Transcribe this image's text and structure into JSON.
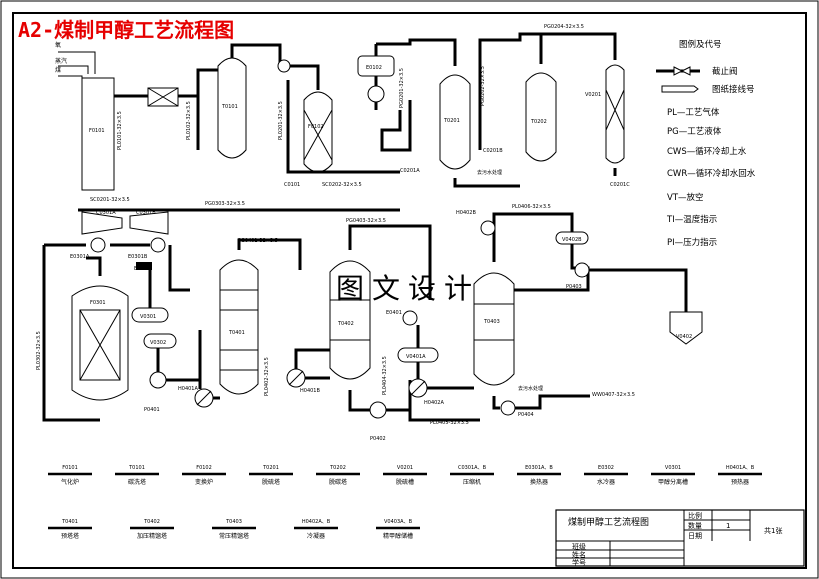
{
  "title": "A2-煤制甲醇工艺流程图",
  "watermark": "图文设计",
  "legend": {
    "heading": "图例及代号",
    "items": [
      "截止阀",
      "图纸接线号",
      "PL—工艺气体",
      "PG—工艺液体",
      "CWS—循环冷却上水",
      "CWR—循环冷却水回水",
      "VT—放空",
      "TI—温度指示",
      "PI—压力指示"
    ]
  },
  "inlets": [
    "氧",
    "蒸汽",
    "煤"
  ],
  "equipment_tags": {
    "F0101": "F0101",
    "T0101": "T0101",
    "F0102": "F0102",
    "E0102": "E0102",
    "T0201": "T0201",
    "T0202": "T0202",
    "V0201": "V0201",
    "C0101": "C0101",
    "C0201A": "C0201A",
    "C0201B": "C0201B",
    "C0201C": "C0201C",
    "C0301A": "C0301A",
    "C0301B": "C0301B",
    "E0301A": "E0301A",
    "E0301B": "E0301B",
    "E0302": "E0302",
    "F0301": "F0301",
    "V0301": "V0301",
    "V0302": "V0302",
    "P0401": "P0401",
    "T0401": "T0401",
    "H0401A": "H0401A",
    "T0402": "T0402",
    "H0401B": "H0401B",
    "P0402": "P0402",
    "E0401": "E0401",
    "V0401A": "V0401A",
    "H0402A": "H0402A",
    "T0403": "T0403",
    "H0402B": "H0402B",
    "V0402B": "V0402B",
    "P0403": "P0403",
    "P0404": "P0404",
    "V0402": "V0402"
  },
  "pipe_labels": {
    "pl0101": "PL0101-32×3.5",
    "pl0102": "PL0102-32×3.5",
    "pl0201": "PL0201-32×3.5",
    "pg0201": "PG0201-32×3.5",
    "pg0202": "PG0202-32×3.5",
    "pg0203": "PG0203-32×3.5",
    "pg0204": "PG0204-32×3.5",
    "sc0201": "SC0201-32×3.5",
    "sc0202": "SC0202-32×3.5",
    "pg0303": "PG0303-32×3.5",
    "pl0302": "PL0302-32×3.5",
    "pg0401": "PG0401-32×3.5",
    "pl0402": "PL0402-32×3.5",
    "pg0403": "PG0403-32×3.5",
    "pl0404": "PL0404-32×3.5",
    "pl0405": "PL0405-32×3.5",
    "pl0406": "PL0406-32×3.5",
    "ww0407": "WW0407-32×3.5",
    "sewage1": "去污水处理",
    "sewage2": "去污水处理"
  },
  "equipment_list": {
    "row1": [
      {
        "tag": "F0101",
        "name": "气化炉"
      },
      {
        "tag": "T0101",
        "name": "碳洗塔"
      },
      {
        "tag": "F0102",
        "name": "变换炉"
      },
      {
        "tag": "T0201",
        "name": "脱硫塔"
      },
      {
        "tag": "T0202",
        "name": "脱碳塔"
      },
      {
        "tag": "V0201",
        "name": "脱硫槽"
      },
      {
        "tag": "C0301A、B",
        "name": "压缩机"
      },
      {
        "tag": "E0301A、B",
        "name": "换热器"
      },
      {
        "tag": "E0302",
        "name": "水冷器"
      },
      {
        "tag": "V0301",
        "name": "甲醇分离槽"
      },
      {
        "tag": "H0401A、B",
        "name": "预热器"
      }
    ],
    "row2": [
      {
        "tag": "T0401",
        "name": "预塔塔"
      },
      {
        "tag": "T0402",
        "name": "加压精馏塔"
      },
      {
        "tag": "T0403",
        "name": "常压精馏塔"
      },
      {
        "tag": "H0402A、B",
        "name": "冷凝器"
      },
      {
        "tag": "V0403A、B",
        "name": "精甲醇储槽"
      }
    ]
  },
  "title_block": {
    "drawing_name": "煤制甲醇工艺流程图",
    "scale_label": "比例",
    "qty_label": "数量",
    "date_label": "日期",
    "qty_value": "1",
    "sheets": "共1张",
    "class_label": "班级",
    "name_label": "姓名",
    "id_label": "学号"
  }
}
